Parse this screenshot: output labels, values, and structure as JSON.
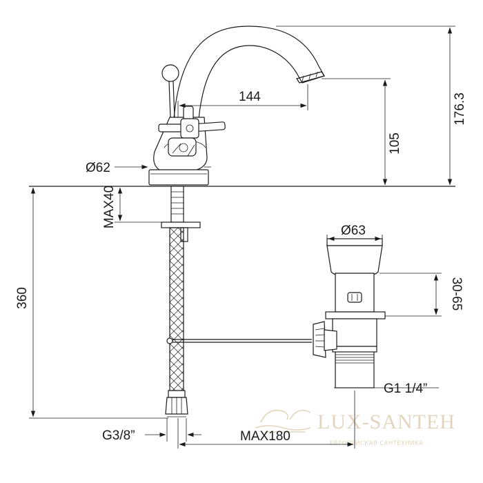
{
  "dimensions": {
    "spout_reach": "144",
    "spout_height": "105",
    "overall_height": "176.3",
    "base_diameter": "Ø62",
    "max_deck_thickness": "MAX40",
    "hose_length": "360",
    "hose_connection": "G3/8”",
    "waste_offset_max": "MAX180",
    "waste_cap_diameter": "Ø63",
    "waste_adjust_range": "30-65",
    "waste_thread": "G1 1/4”"
  },
  "watermark": {
    "brand": "LUX-SANTEH",
    "tagline": "ЕВРОПЕЙСКАЯ САНТЕХНИКА"
  }
}
